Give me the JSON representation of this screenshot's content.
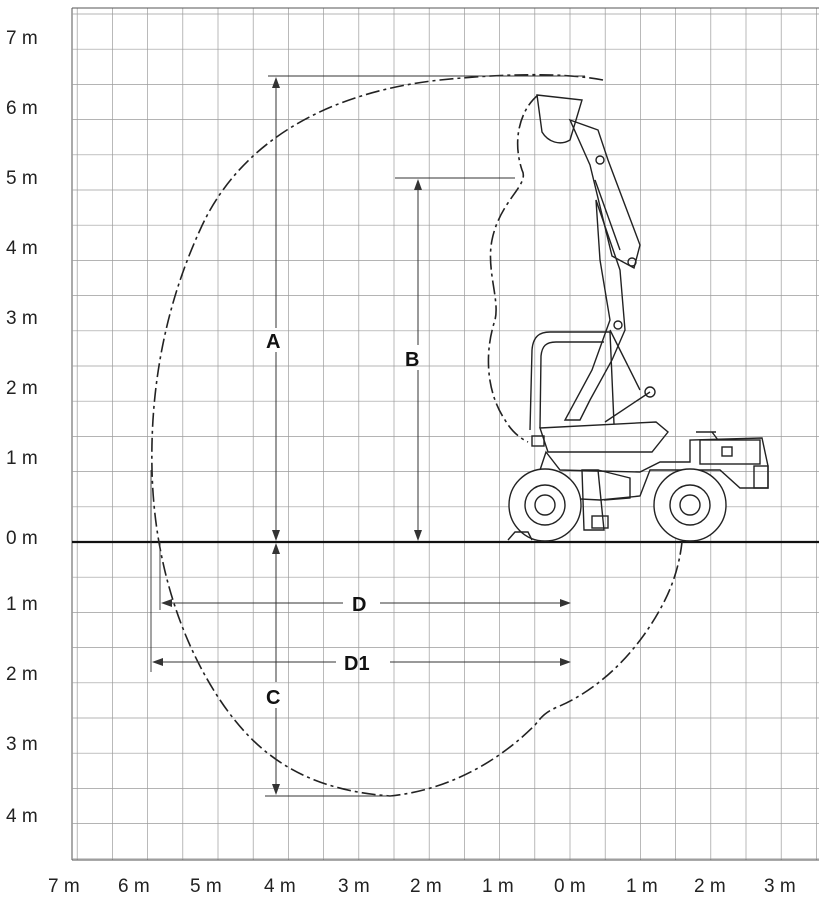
{
  "y_axis_labels": [
    "7 m",
    "6 m",
    "5 m",
    "4 m",
    "3 m",
    "2 m",
    "1 m",
    "0 m",
    "1 m",
    "2 m",
    "3 m",
    "4 m"
  ],
  "x_axis_labels": [
    "7 m",
    "6 m",
    "5 m",
    "4 m",
    "3 m",
    "2 m",
    "1 m",
    "0 m",
    "1 m",
    "2 m",
    "3 m"
  ],
  "dimensions": {
    "A": "A",
    "B": "B",
    "C": "C",
    "D": "D",
    "D1": "D1"
  },
  "colors": {
    "background": "#ffffff",
    "grid": "#9c9c9c",
    "lines": "#222222"
  }
}
